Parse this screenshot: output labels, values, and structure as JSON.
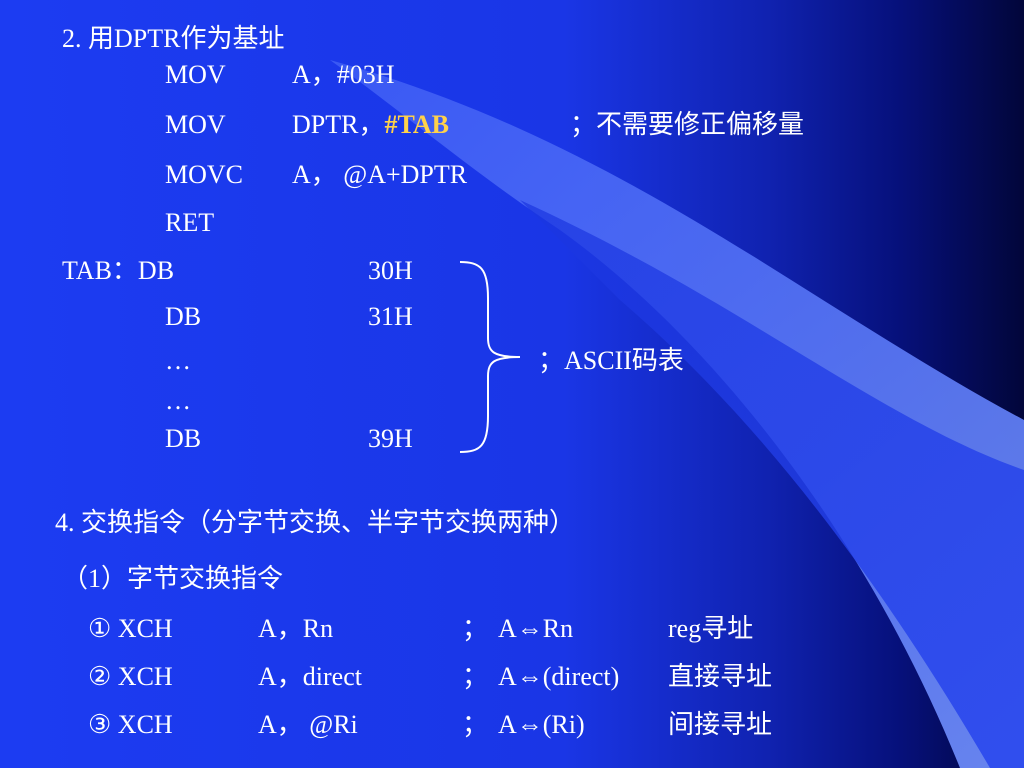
{
  "slide": {
    "section2": {
      "title": "2.   用DPTR作为基址",
      "lines": [
        {
          "op": "MOV",
          "arg": "A，#03H"
        },
        {
          "op": "MOV",
          "arg_pre": "DPTR，",
          "arg_hl": "#TAB",
          "comment": "；不需要修正偏移量"
        },
        {
          "op": "MOVC",
          "arg": "A， @A+DPTR"
        },
        {
          "op": "RET"
        }
      ],
      "table": {
        "label": "TAB：DB",
        "first_value": "30H",
        "rows": [
          {
            "op": "DB",
            "val": "31H"
          },
          {
            "op": "…"
          },
          {
            "op": "…"
          },
          {
            "op": "DB",
            "val": "39H"
          }
        ],
        "comment": "；ASCII码表"
      }
    },
    "section4": {
      "title": "4.   交换指令（分字节交换、半字节交换两种）",
      "sub": "（1）字节交换指令",
      "rows": [
        {
          "num": "① XCH",
          "arg": "A，Rn",
          "semi": "；",
          "effect": "A⇔Rn",
          "mode": "reg寻址"
        },
        {
          "num": "② XCH",
          "arg": "A，direct",
          "semi": "；",
          "effect": "A⇔(direct)",
          "mode": "直接寻址"
        },
        {
          "num": "③  XCH",
          "arg": "A， @Ri",
          "semi": "；",
          "effect": "A⇔(Ri)",
          "mode": "间接寻址"
        }
      ]
    }
  },
  "colors": {
    "background_left": "#1c3cf2",
    "background_right": "#02063a",
    "highlight": "#ffd24a",
    "text": "#ffffff"
  }
}
